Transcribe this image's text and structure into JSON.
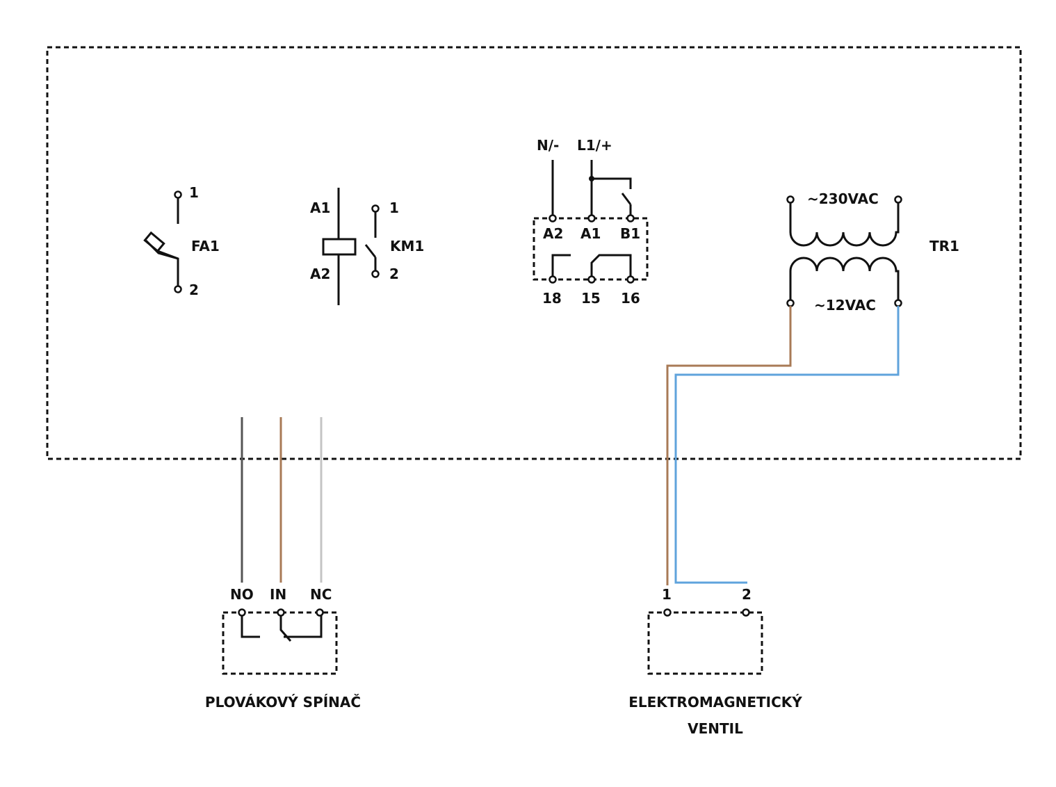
{
  "components": {
    "fa1": {
      "label": "FA1",
      "pin1": "1",
      "pin2": "2"
    },
    "km1": {
      "label": "KM1",
      "coil_top": "A1",
      "coil_bottom": "A2",
      "contact_top": "1",
      "contact_bottom": "2"
    },
    "timer": {
      "supply_n": "N/-",
      "supply_l": "L1/+",
      "term_a2": "A2",
      "term_a1": "A1",
      "term_b1": "B1",
      "term_18": "18",
      "term_15": "15",
      "term_16": "16"
    },
    "tr1": {
      "label": "TR1",
      "primary": "~230VAC",
      "secondary": "~12VAC"
    },
    "float_switch": {
      "name": "PLOVÁKOVÝ SPÍNAČ",
      "pin_no": "NO",
      "pin_in": "IN",
      "pin_nc": "NC"
    },
    "valve": {
      "name_line1": "ELEKTROMAGNETICKÝ",
      "name_line2": "VENTIL",
      "pin1": "1",
      "pin2": "2"
    }
  },
  "wire_colors": {
    "black": "#111111",
    "grey": "#555555",
    "brown": "#a87a56",
    "light_grey": "#c4c4c4",
    "blue": "#5fa3dc"
  }
}
